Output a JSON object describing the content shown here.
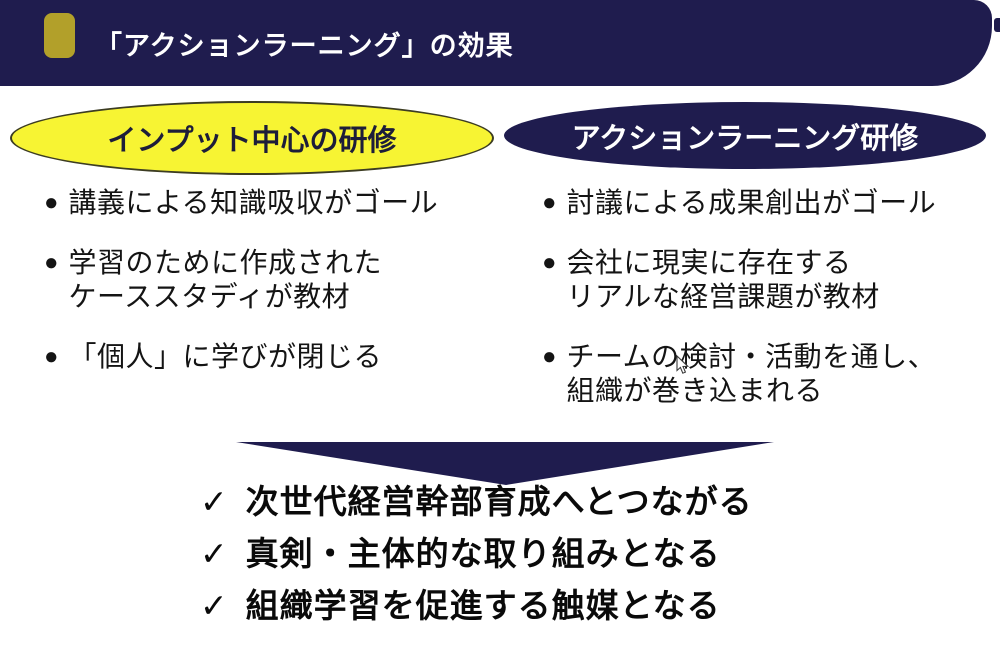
{
  "header": {
    "title": "「アクションラーニング」の効果"
  },
  "comparison": {
    "left": {
      "title": "インプット中心の研修",
      "bullets": [
        "講義による知識吸収がゴール",
        "学習のために作成された\nケーススタディが教材",
        "「個人」に学びが閉じる"
      ]
    },
    "right": {
      "title": "アクションラーニング研修",
      "bullets": [
        "討議による成果創出がゴール",
        "会社に現実に存在する\nリアルな経営課題が教材",
        "チームの検討・活動を通し、\n組織が巻き込まれる"
      ]
    }
  },
  "conclusions": [
    "次世代経営幹部育成へとつながる",
    "真剣・主体的な取り組みとなる",
    "組織学習を促進する触媒となる"
  ],
  "icons": {
    "bullet": "●",
    "check": "✓"
  },
  "colors": {
    "navy": "#1f1c4e",
    "yellow": "#f7f433",
    "gold": "#b2a02a",
    "text": "#141414",
    "white": "#ffffff"
  }
}
